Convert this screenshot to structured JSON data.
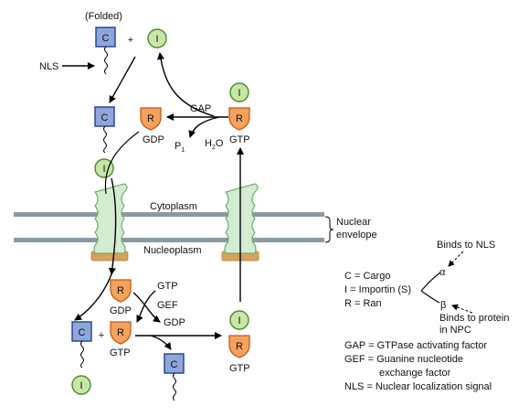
{
  "labels": {
    "folded": "(Folded)",
    "nls_arrow": "NLS",
    "gap_top": "GAP",
    "gdp_top": "GDP",
    "p1": "P",
    "p1_sub": "1",
    "h2o_h": "H",
    "h2o_sub": "2",
    "h2o_o": "O",
    "gtp_top": "GTP",
    "cytoplasm": "Cytoplasm",
    "nucleoplasm": "Nucleoplasm",
    "nuclear": "Nuclear",
    "envelope": "envelope",
    "gtp_in": "GTP",
    "gef": "GEF",
    "gdp_mid": "GDP",
    "gdp_out": "GDP",
    "gtp_mid": "GTP",
    "gtp_right": "GTP",
    "plus1": "+",
    "plus2": "+"
  },
  "symbols": {
    "cargo": "C",
    "importin": "I",
    "ran": "R"
  },
  "legend": {
    "binds_nls": "Binds to NLS",
    "alpha": "α",
    "beta": "β",
    "binds_protein_1": "Binds to protein",
    "binds_protein_2": "in NPC",
    "cargo": "C = Cargo",
    "importin": "I = Importin (S)",
    "ran": "R = Ran",
    "gap": "GAP = GTPase activating factor",
    "gef_1": "GEF = Guanine nucleotide",
    "gef_2": "exchange factor",
    "nls": "NLS = Nuclear localization signal"
  },
  "colors": {
    "cargo_fill": "#8fa6d8",
    "cargo_stroke": "#1f3f8f",
    "importin_fill": "#c8e6a6",
    "importin_stroke": "#4e8a2c",
    "ran_fill": "#f4a25e",
    "ran_stroke": "#c25a14",
    "membrane": "#8a9aa3",
    "pore": "#d4ecd2",
    "pore_stroke": "#6dae6a",
    "pore_base": "#d9a05e"
  }
}
